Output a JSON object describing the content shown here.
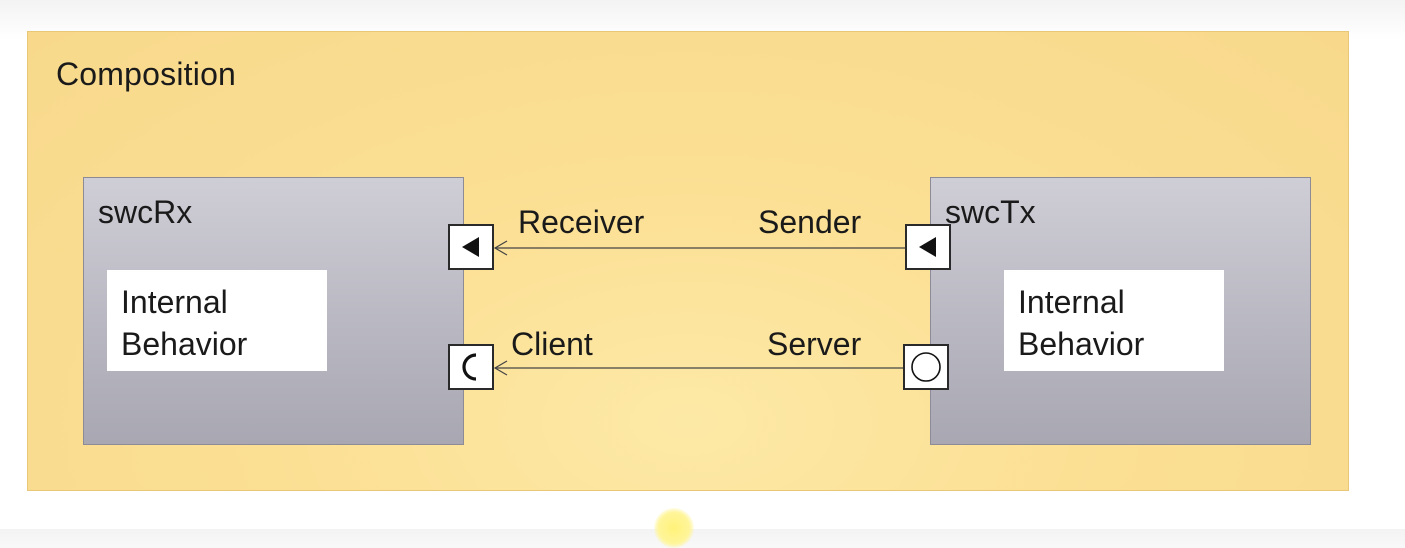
{
  "composition": {
    "title": "Composition"
  },
  "components": {
    "rx": {
      "name": "swcRx",
      "internal_behavior": [
        "Internal",
        "Behavior"
      ]
    },
    "tx": {
      "name": "swcTx",
      "internal_behavior": [
        "Internal",
        "Behavior"
      ]
    }
  },
  "ports": {
    "receiver": {
      "label": "Receiver",
      "icon": "receiver-port-triangle-icon"
    },
    "sender": {
      "label": "Sender",
      "icon": "sender-port-triangle-icon"
    },
    "client": {
      "label": "Client",
      "icon": "client-port-crescent-icon"
    },
    "server": {
      "label": "Server",
      "icon": "server-port-circle-icon"
    }
  },
  "colors": {
    "composition_fill": "#fbdf93",
    "component_fill": "#b9b8c2",
    "port_fill": "#ffffff",
    "line": "#444444"
  }
}
